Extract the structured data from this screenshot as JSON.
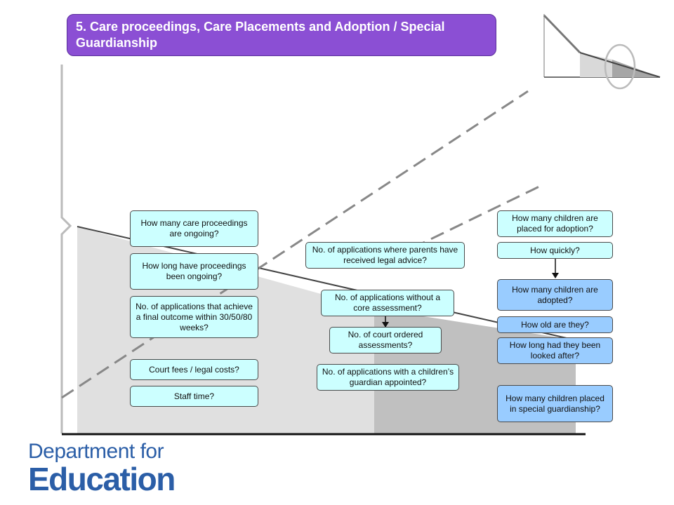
{
  "title": "5. Care proceedings, Care Placements and Adoption / Special Guardianship",
  "left_questions": [
    "How many care proceedings are ongoing?",
    "How long have proceedings been ongoing?",
    "No. of applications that achieve a final outcome within 30/50/80 weeks?",
    "Court fees / legal costs?",
    "Staff time?"
  ],
  "middle_questions": [
    "No. of applications where parents have received legal advice?",
    "No. of applications without a core assessment?",
    "No. of court ordered assessments?",
    "No. of applications with a children’s guardian appointed?"
  ],
  "right_questions": [
    "How many children are placed for adoption?",
    "How quickly?",
    "How many children are adopted?",
    "How old are they?",
    "How long had they been looked after?",
    "How many children placed in special guardianship?"
  ],
  "logo": {
    "line1": "Department for",
    "line2": "Education"
  },
  "colors": {
    "title_bg": "#8b4fd4",
    "box_cyan": "#ccffff",
    "box_blue": "#99ccff",
    "area_light": "#e0e0e0",
    "area_dark": "#c0c0c0",
    "logo": "#2b5ea7"
  }
}
